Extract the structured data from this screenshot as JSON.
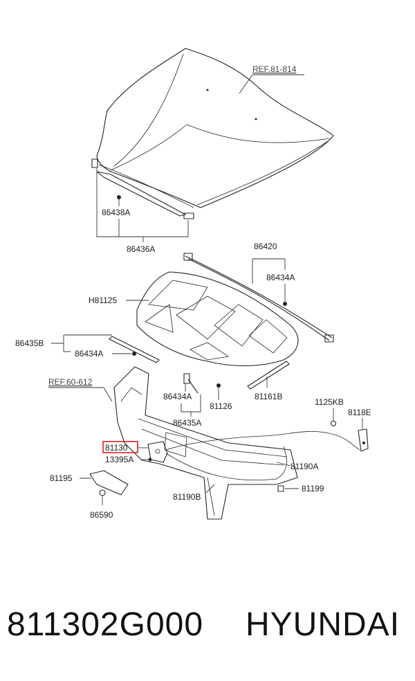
{
  "diagram": {
    "references": {
      "hood": "REF.81-814",
      "carrier": "REF.60-612"
    },
    "labels": {
      "hood_seal_clip": "86438A",
      "hood_seal": "86436A",
      "hood_weatherstrip": "86420",
      "weatherstrip_clip_right": "86434A",
      "hood_insulator": "H81125",
      "hood_stay_assy": "86435B",
      "stay_clip_left": "86434A",
      "bumper_clip": "86434A",
      "bumper_stay": "86435A",
      "bumper_grommet": "81126",
      "gas_lifter": "81161B",
      "bolt": "1125KB",
      "release_handle": "8118E",
      "hood_latch": "81130",
      "latch_bolt": "13395A",
      "release_cable_front": "81190A",
      "release_cable_rear": "81190B",
      "latch_bracket": "81195",
      "nut": "86590",
      "cable_clip": "81199"
    },
    "highlight_color": "#d42020"
  },
  "footer": {
    "part_number": "811302G000",
    "brand": "HYUNDAI"
  }
}
